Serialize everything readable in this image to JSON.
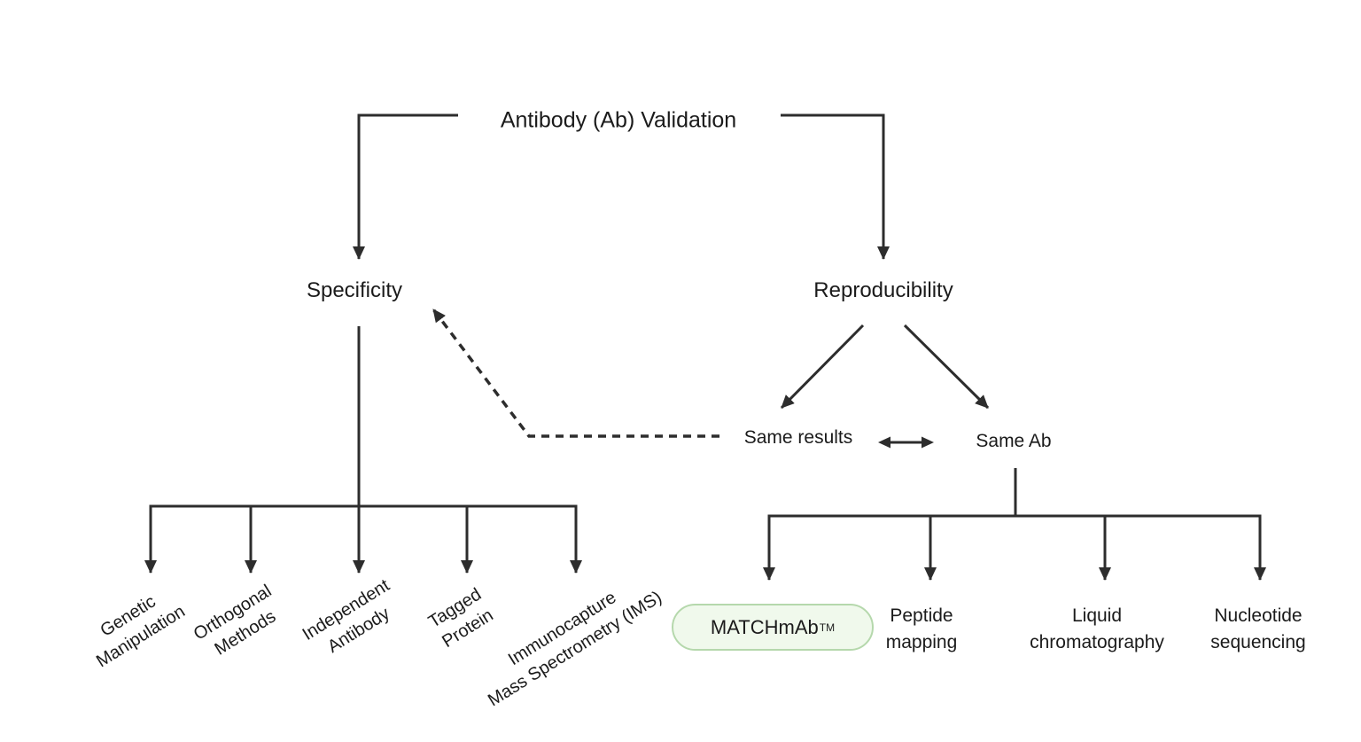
{
  "diagram": {
    "root": {
      "label": "Antibody (Ab) Validation"
    },
    "specificity": {
      "label": "Specificity",
      "methods": [
        {
          "line1": "Genetic",
          "line2": "Manipulation"
        },
        {
          "line1": "Orthogonal",
          "line2": "Methods"
        },
        {
          "line1": "Independent",
          "line2": "Antibody"
        },
        {
          "line1": "Tagged",
          "line2": "Protein"
        },
        {
          "line1": "Immunocapture",
          "line2": "Mass Spectrometry (IMS)"
        }
      ]
    },
    "reproducibility": {
      "label": "Reproducibility",
      "same_results": {
        "label": "Same results"
      },
      "same_ab": {
        "label": "Same Ab"
      },
      "methods": [
        {
          "label": "MATCHmAb",
          "trademark": "TM",
          "highlighted": true
        },
        {
          "line1": "Peptide",
          "line2": "mapping"
        },
        {
          "line1": "Liquid",
          "line2": "chromatography"
        },
        {
          "line1": "Nucleotide",
          "line2": "sequencing"
        }
      ]
    },
    "colors": {
      "line": "#2d2d2d",
      "text": "#1b1b1b",
      "pill_fill": "#f0f9ec",
      "pill_border": "#b5d8ac",
      "background": "#ffffff"
    }
  }
}
